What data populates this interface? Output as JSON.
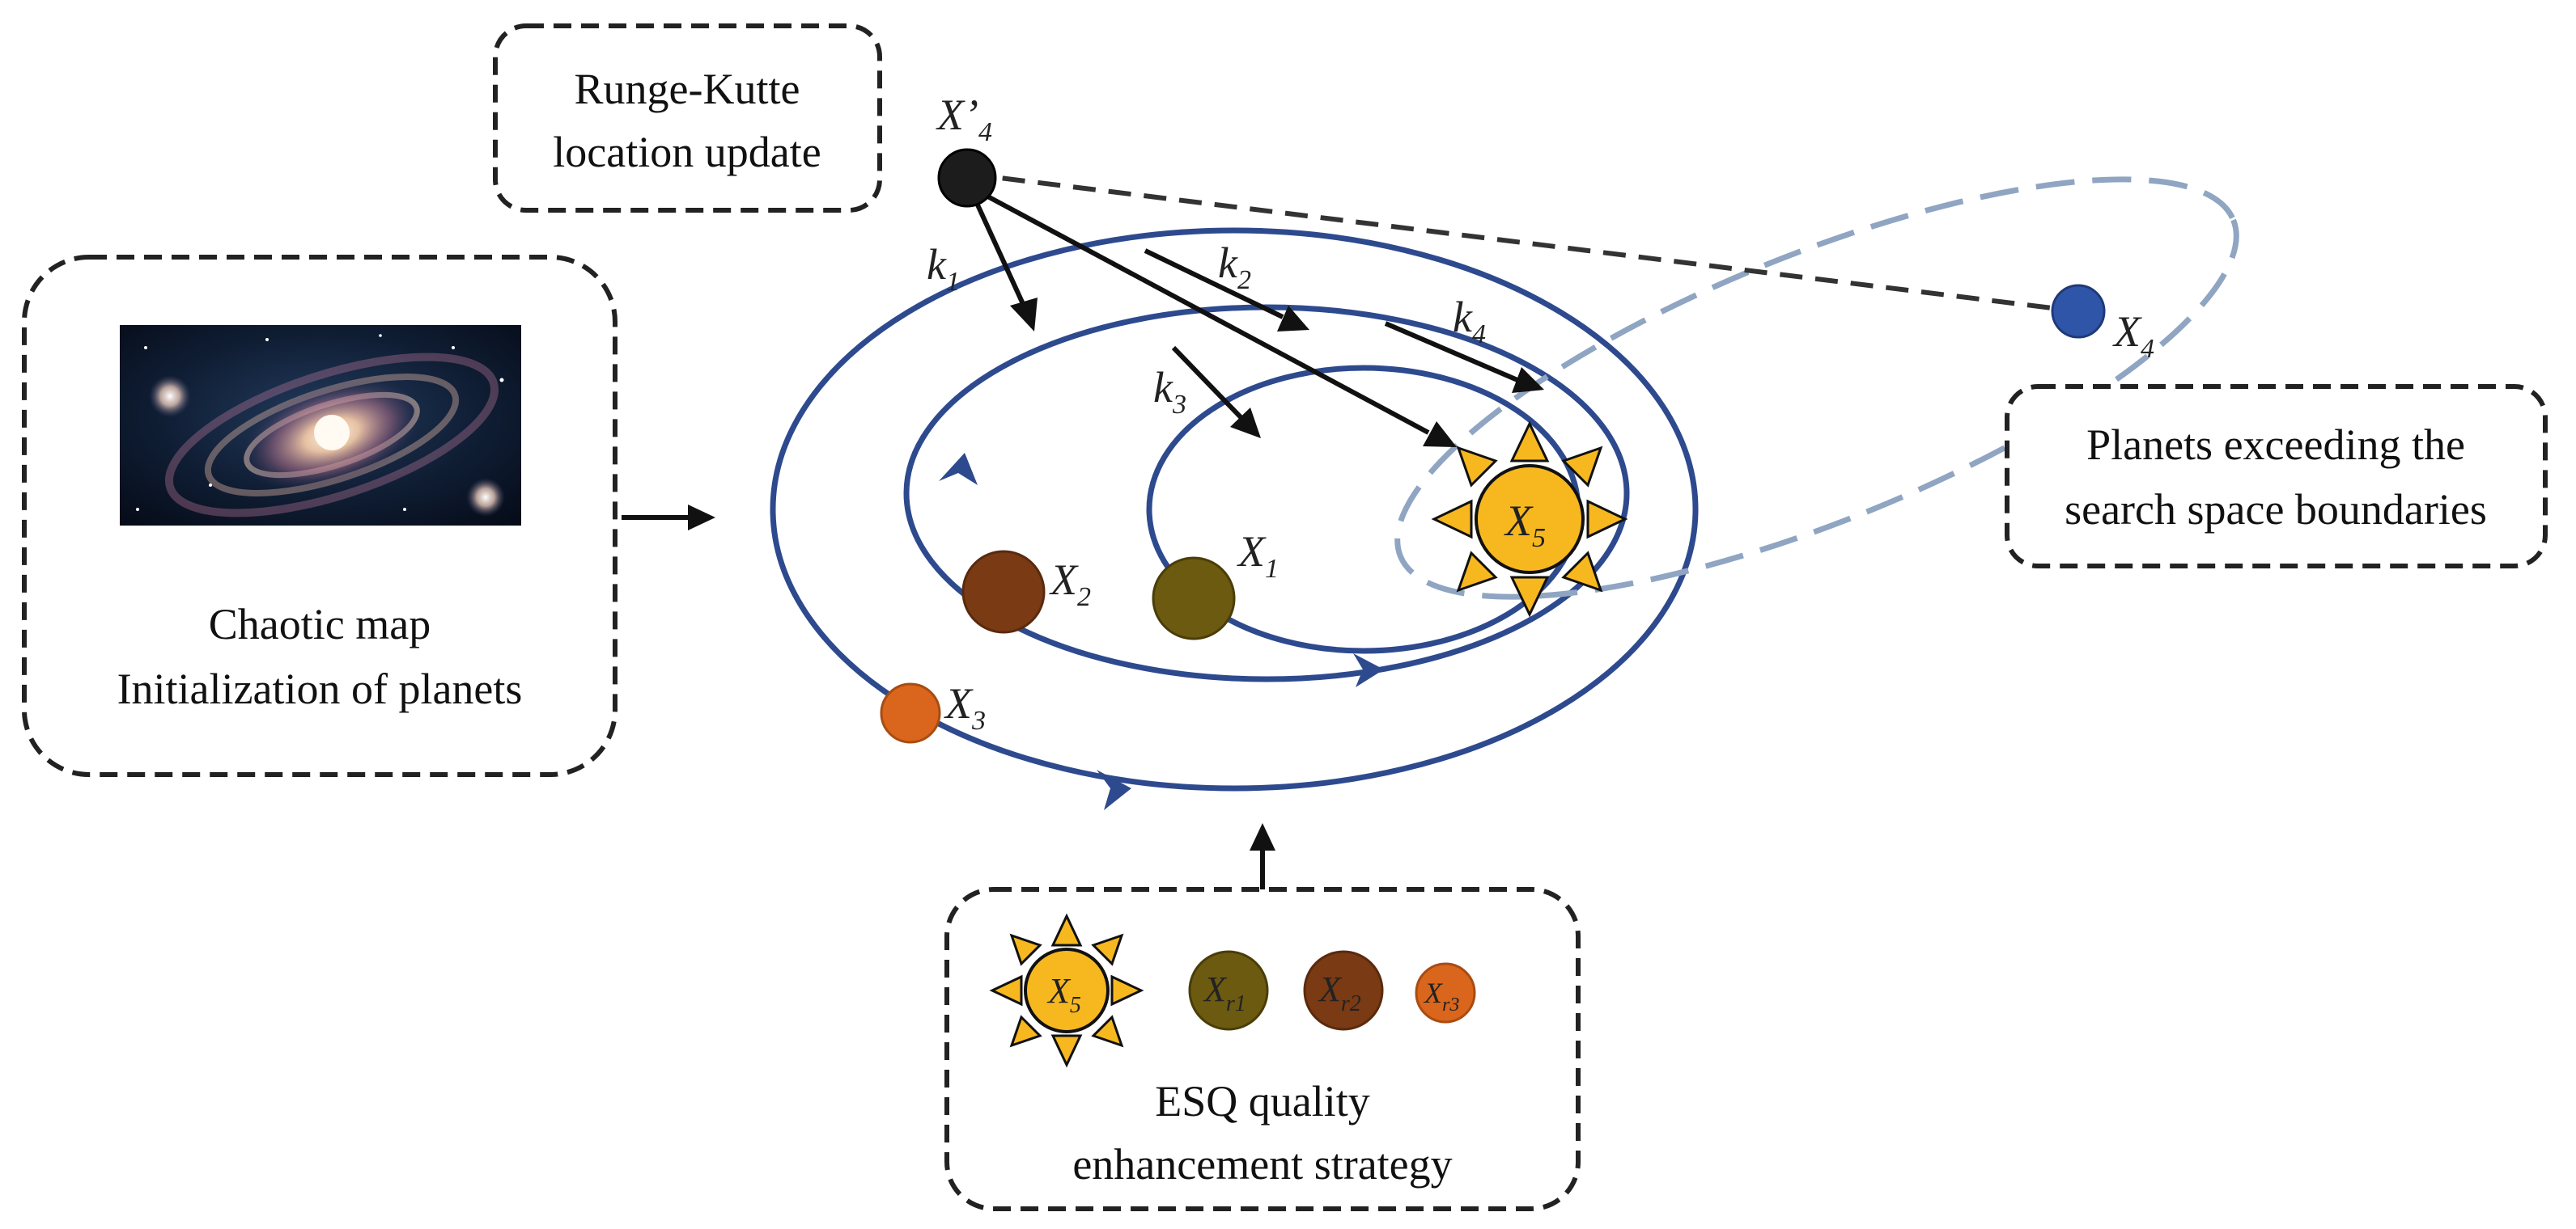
{
  "boxes": {
    "runge_kutta": {
      "line1": "Runge-Kutte",
      "line2": "location update"
    },
    "chaotic_map": {
      "line1": "Chaotic map",
      "line2": "Initialization of planets"
    },
    "boundary": {
      "line1": "Planets exceeding the",
      "line2": "search space boundaries"
    },
    "esq": {
      "line1": "ESQ quality",
      "line2": "enhancement strategy"
    }
  },
  "planet_labels": {
    "x1": {
      "main": "X",
      "sub": "1"
    },
    "x2": {
      "main": "X",
      "sub": "2"
    },
    "x3": {
      "main": "X",
      "sub": "3"
    },
    "x4": {
      "main": "X",
      "sub": "4"
    },
    "x4_prime": {
      "main": "X’",
      "sub": "4"
    },
    "x5": {
      "main": "X",
      "sub": "5"
    }
  },
  "k_labels": {
    "k1": {
      "main": "k",
      "sub": "1"
    },
    "k2": {
      "main": "k",
      "sub": "2"
    },
    "k3": {
      "main": "k",
      "sub": "3"
    },
    "k4": {
      "main": "k",
      "sub": "4"
    }
  },
  "esq_labels": {
    "x5": {
      "main": "X",
      "sub": "5"
    },
    "xr1": {
      "main": "X",
      "sub": "r1"
    },
    "xr2": {
      "main": "X",
      "sub": "r2"
    },
    "xr3": {
      "main": "X",
      "sub": "r3"
    }
  },
  "colors": {
    "orbit": "#2e4a8e",
    "outer_orbit": "#8fa5c2",
    "sun": "#f7b81f",
    "x1": "#6b5a10",
    "x2": "#7a3a14",
    "x3": "#d9661c",
    "x4": "#2f55a8",
    "x4_prime": "#1c1c1c"
  },
  "icons": {
    "galaxy": "galaxy-image",
    "sun": "sun-icon"
  }
}
